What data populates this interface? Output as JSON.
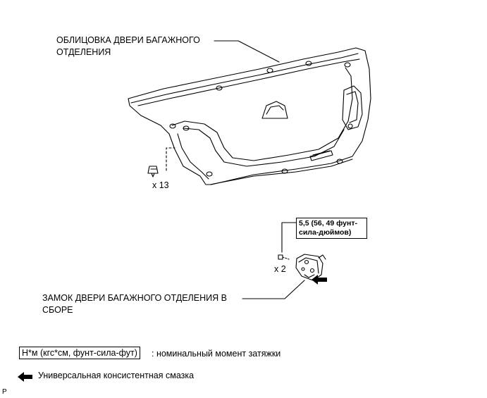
{
  "labels": {
    "trim_line1": "ОБЛИЦОВКА ДВЕРИ БАГАЖНОГО",
    "trim_line2": "ОТДЕЛЕНИЯ",
    "clip_qty": "x 13",
    "torque_line1": "5,5 (56, 49 фунт-",
    "torque_line2": "сила-дюймов)",
    "bolt_qty": "x 2",
    "lock_line1": "ЗАМОК ДВЕРИ БАГАЖНОГО ОТДЕЛЕНИЯ В",
    "lock_line2": "СБОРЕ"
  },
  "legend": {
    "torque_unit": "Н*м (кгс*см, фунт-сила-фут)",
    "torque_desc": ": номинальный момент затяжки",
    "grease_desc": "Универсальная консистентная смазка"
  },
  "corner_mark": "P",
  "icons": [
    "trunk-lid-trim-drawing",
    "clip-icon",
    "bolt-icon",
    "lock-assembly-drawing",
    "grease-arrow-icon"
  ]
}
